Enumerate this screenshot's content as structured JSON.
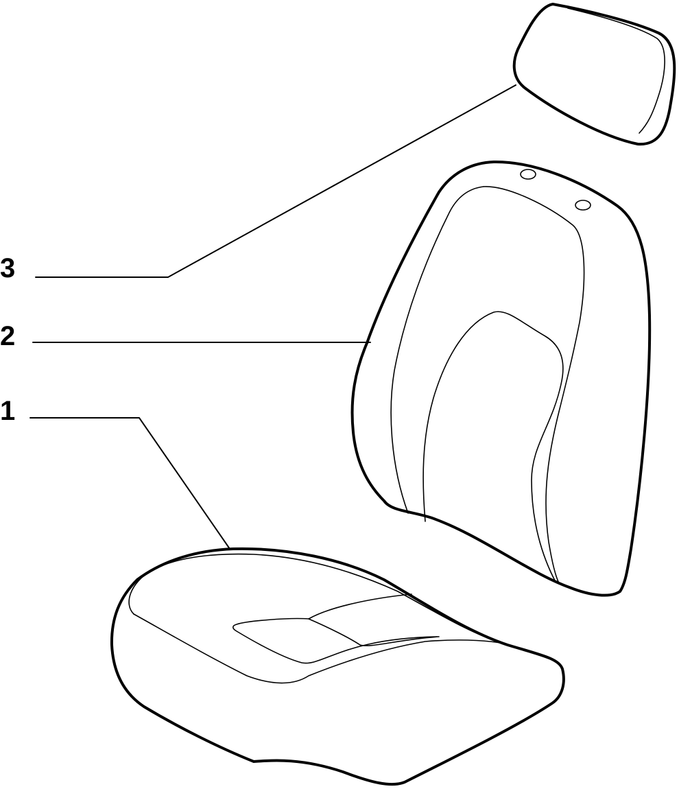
{
  "parts": [
    {
      "id": "seat-cushion",
      "callout": "1"
    },
    {
      "id": "seat-backrest",
      "callout": "2"
    },
    {
      "id": "headrest",
      "callout": "3"
    }
  ]
}
